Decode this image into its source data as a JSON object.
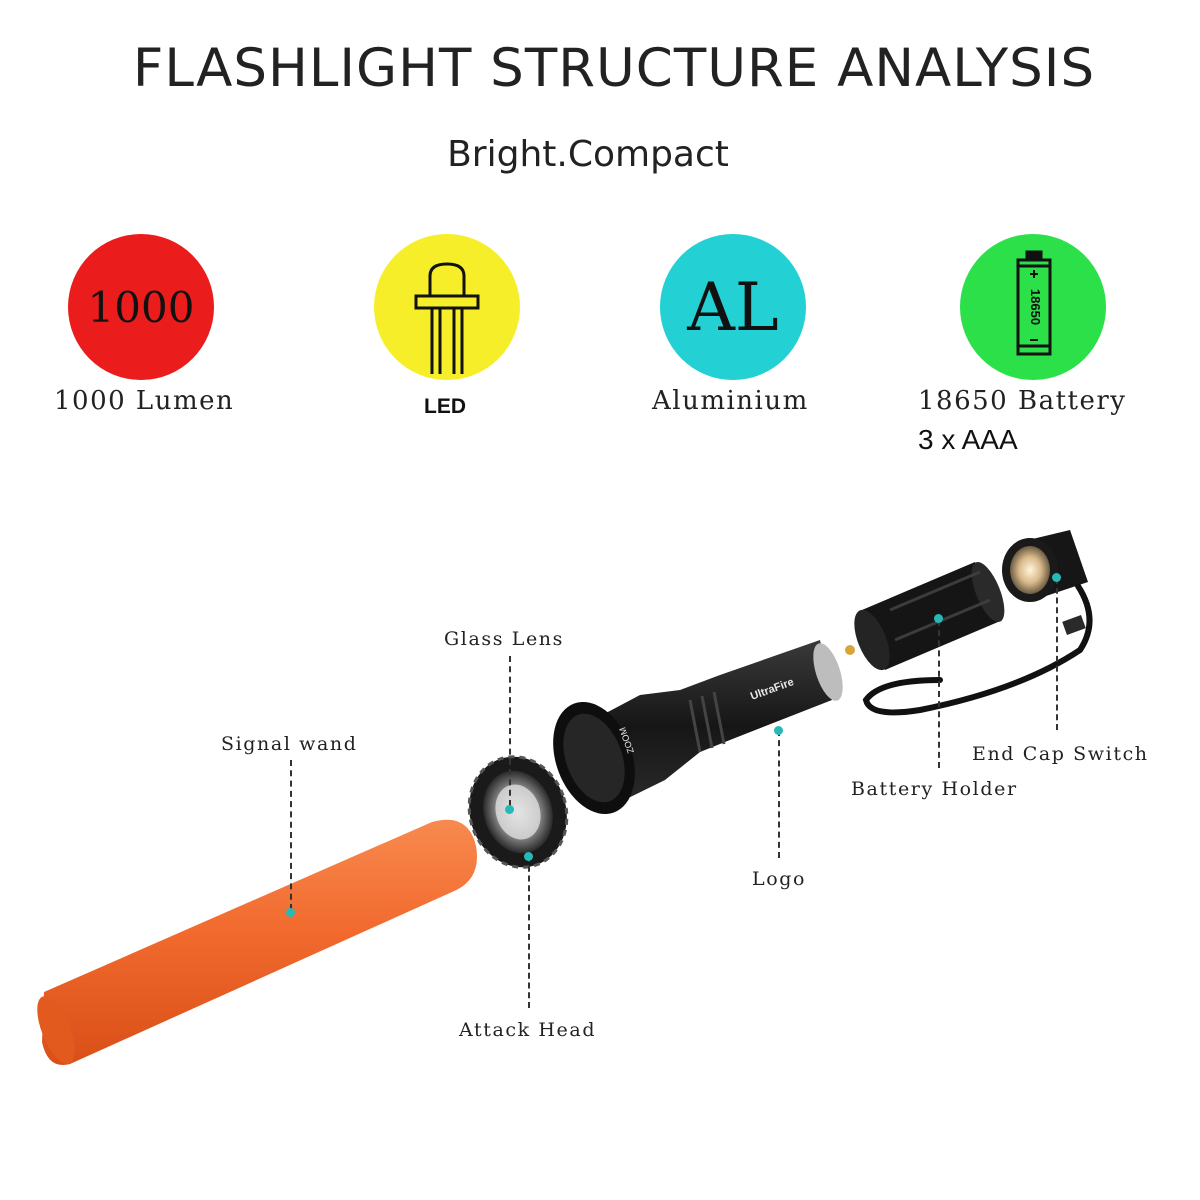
{
  "header": {
    "title": "FLASHLIGHT STRUCTURE ANALYSIS",
    "subtitle": "Bright.Compact"
  },
  "features": [
    {
      "badge_text": "1000",
      "color": "#ea1c1c",
      "caption": "1000 Lumen"
    },
    {
      "icon": "led-icon",
      "color": "#f7ee2a",
      "caption": "LED"
    },
    {
      "badge_text": "AL",
      "color": "#23d0d3",
      "caption": "Aluminium"
    },
    {
      "icon": "battery-icon",
      "battery_text": "18650",
      "color": "#2be049",
      "caption": "18650 Battery",
      "caption2": "3 x AAA"
    }
  ],
  "parts": {
    "glass_lens": "Glass Lens",
    "signal_wand": "Signal wand",
    "attack_head": "Attack Head",
    "logo": "Logo",
    "battery_holder": "Battery Holder",
    "end_cap_switch": "End Cap Switch"
  },
  "product": {
    "brand": "UltraFire",
    "zoom_label": "ZOOM"
  },
  "colors": {
    "wand": "#f26a2e",
    "body": "#1b1b1b",
    "pointer_dot": "#27b9b8"
  }
}
